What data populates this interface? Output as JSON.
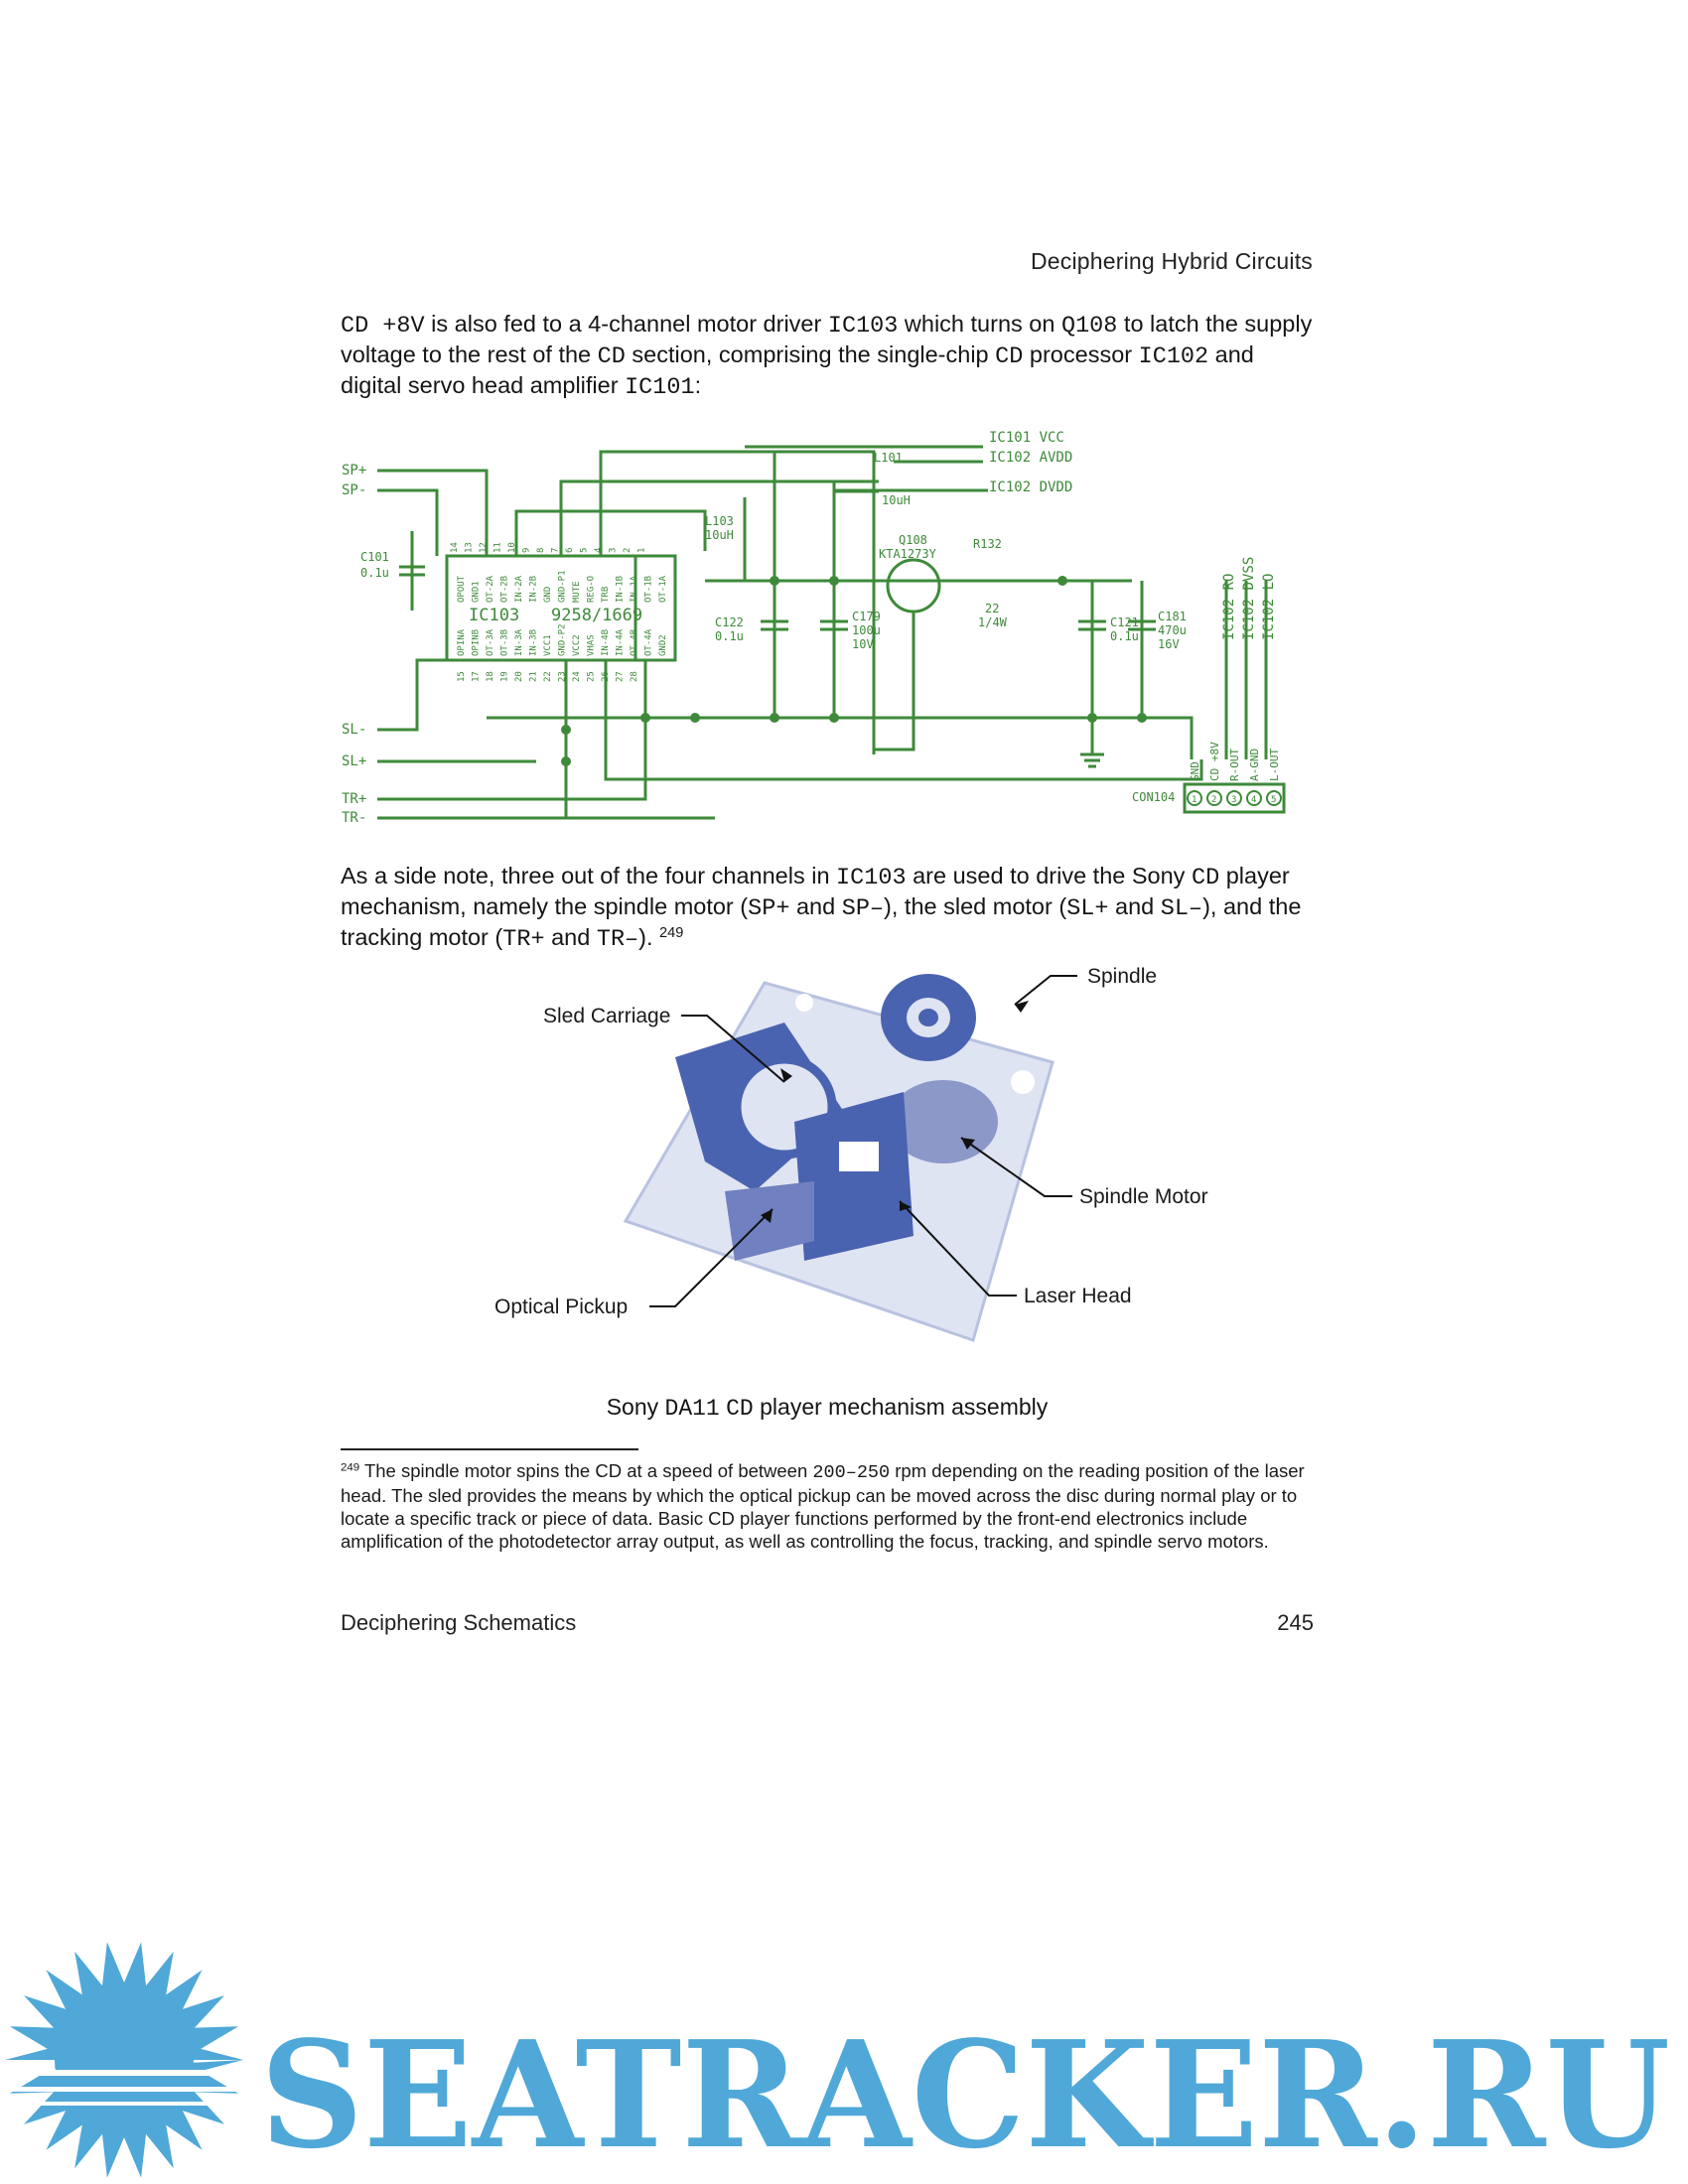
{
  "running_header": "Deciphering Hybrid Circuits",
  "intro": {
    "t1": "CD +8V",
    "t2": " is also fed to a 4-channel motor driver ",
    "t3": "IC103",
    "t4": " which turns on ",
    "t5": "Q108",
    "t6": " to latch the supply voltage to the rest of the ",
    "t7": "CD",
    "t8": " section, comprising the single-chip ",
    "t9": "CD",
    "t10": " processor ",
    "t11": "IC102",
    "t12": " and digital servo head amplifier ",
    "t13": "IC101",
    "t14": ":"
  },
  "schematic": {
    "left_signals": [
      "SP+",
      "SP-",
      "SL-",
      "SL+",
      "TR+",
      "TR-"
    ],
    "ic_name": "IC103",
    "ic_part": "9258/1669",
    "ic_top_pins": [
      {
        "num": "14",
        "name": "OPOUT"
      },
      {
        "num": "13",
        "name": "GND1"
      },
      {
        "num": "12",
        "name": "OT-2A"
      },
      {
        "num": "11",
        "name": "OT-2B"
      },
      {
        "num": "10",
        "name": "IN-2A"
      },
      {
        "num": "9",
        "name": "IN-2B"
      },
      {
        "num": "8",
        "name": "GND"
      },
      {
        "num": "7",
        "name": "GND-P1"
      },
      {
        "num": "6",
        "name": "MUTE"
      },
      {
        "num": "5",
        "name": "REG-O"
      },
      {
        "num": "4",
        "name": "TRB"
      },
      {
        "num": "3",
        "name": "IN-1B"
      },
      {
        "num": "2",
        "name": "IN-1A"
      },
      {
        "num": "1",
        "name": "OT-1B"
      },
      {
        "num": "",
        "name": "OT-1A"
      }
    ],
    "ic_bottom_pins": [
      {
        "num": "15",
        "name": "OPINA"
      },
      {
        "num": "17",
        "name": "OPINB"
      },
      {
        "num": "18",
        "name": "OT-3A"
      },
      {
        "num": "19",
        "name": "OT-3B"
      },
      {
        "num": "20",
        "name": "IN-3A"
      },
      {
        "num": "21",
        "name": "IN-3B"
      },
      {
        "num": "22",
        "name": "VCC1"
      },
      {
        "num": "23",
        "name": "GND-P2"
      },
      {
        "num": "24",
        "name": "VCC2"
      },
      {
        "num": "25",
        "name": "VHAS"
      },
      {
        "num": "26",
        "name": "IN-4B"
      },
      {
        "num": "27",
        "name": "IN-4A"
      },
      {
        "num": "28",
        "name": "OT-4B"
      },
      {
        "num": "",
        "name": "OT-4A"
      },
      {
        "num": "",
        "name": "GND2"
      }
    ],
    "c101": {
      "name": "C101",
      "value": "0.1u"
    },
    "l103": {
      "name": "L103",
      "value": "10uH"
    },
    "l101": {
      "name": "L101",
      "value": "10uH"
    },
    "supply_labels": [
      "IC101 VCC",
      "IC102 AVDD",
      "IC102 DVDD"
    ],
    "q108": {
      "name": "Q108",
      "part": "KTA1273Y"
    },
    "r132": {
      "name": "R132",
      "value": "22",
      "power": "1/4W"
    },
    "c122": {
      "name": "C122",
      "value": "0.1u"
    },
    "c179": {
      "name": "C179",
      "value": "100u",
      "voltage": "10V"
    },
    "c121": {
      "name": "C121",
      "value": "0.1u"
    },
    "c181": {
      "name": "C181",
      "value": "470u",
      "voltage": "16V"
    },
    "right_labels": [
      "IC102 RO",
      "IC102 DVSS",
      "IC102 LO"
    ],
    "connector": "CON104",
    "connector_pins": [
      "GND",
      "CD +8V",
      "R-OUT",
      "A-GND",
      "L-OUT"
    ],
    "connector_numbers": [
      "1",
      "2",
      "3",
      "4",
      "5"
    ],
    "color": "#3e8a3a"
  },
  "side_note": {
    "t1": "As a side note, three out of the four channels in ",
    "t2": "IC103",
    "t3": " are used to drive the Sony ",
    "t4": "CD",
    "t5": " player mechanism, namely the spindle motor (",
    "t6": "SP+",
    "t7": " and ",
    "t8": "SP–",
    "t9": "), the sled motor (",
    "t10": "SL+",
    "t11": " and ",
    "t12": "SL–",
    "t13": "), and the tracking motor (",
    "t14": "TR+",
    "t15": " and ",
    "t16": "TR–",
    "t17": "). ",
    "footnote_ref": "249"
  },
  "figure": {
    "labels": {
      "spindle": "Spindle",
      "sled_carriage": "Sled Carriage",
      "spindle_motor": "Spindle Motor",
      "laser_head": "Laser Head",
      "optical_pickup": "Optical Pickup"
    },
    "caption": {
      "t1": "Sony ",
      "t2": "DA11",
      "t3": " ",
      "t4": "CD",
      "t5": " player mechanism assembly"
    },
    "color": "#4a63b0"
  },
  "footnote": {
    "number": "249",
    "t1": " The spindle motor spins the CD at a speed of between ",
    "t2": "200–250",
    "t3": " rpm depending on the reading position of the laser head. The sled provides the means by which the optical pickup can be moved across the disc during normal play or to locate a specific track or piece of data. Basic CD player functions performed by the front-end electronics include amplification of the photodetector array output, as well as controlling the focus, tracking, and spindle servo motors."
  },
  "footer": {
    "left": "Deciphering Schematics",
    "right": "245"
  },
  "watermark": {
    "text": "SEATRACKER.RU",
    "color": "#4fa8d8"
  }
}
